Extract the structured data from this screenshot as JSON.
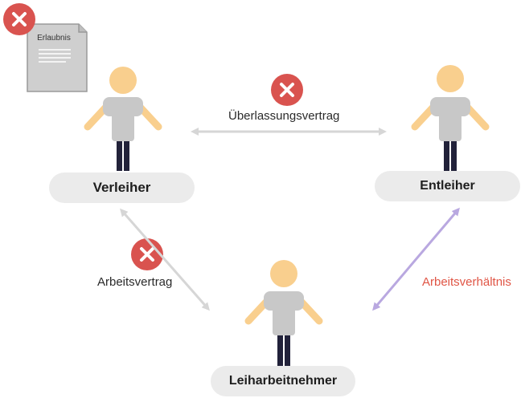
{
  "nodes": {
    "verleiher": "Verleiher",
    "entleiher": "Entleiher",
    "leiharbeitnehmer": "Leiharbeitnehmer"
  },
  "document": {
    "title": "Erlaubnis"
  },
  "relations": {
    "ueberlassungsvertrag": "Überlassungsvertrag",
    "arbeitsvertrag": "Arbeitsvertrag",
    "arbeitsverhaeltnis": "Arbeitsverhältnis"
  },
  "colors": {
    "cross_badge": "#d9534f",
    "arrow_gray": "#d6d6d6",
    "arrow_purple": "#b9a8e0",
    "highlight_text": "#e05545",
    "skin": "#f9cf8e",
    "shirt": "#c8c8c8",
    "pants": "#22223a",
    "pill": "#ebebeb"
  }
}
